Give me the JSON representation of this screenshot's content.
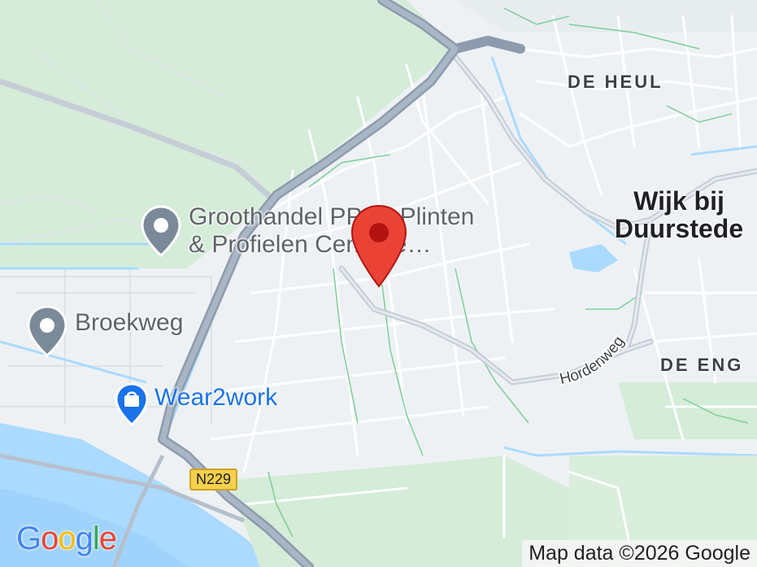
{
  "map": {
    "districts": {
      "de_heul": "DE HEUL",
      "de_eng": "DE ENG"
    },
    "city": "Wijk bij\nDuurstede",
    "city_line1": "Wijk bij",
    "city_line2": "Duurstede",
    "pois": [
      {
        "line1": "Groothandel PPC | Plinten",
        "line2": "& Profielen Centrale…",
        "icon": "location-dot-icon",
        "color": "#7b8a99"
      },
      {
        "line1": "Broekweg",
        "icon": "location-dot-icon",
        "color": "#7b8a99"
      },
      {
        "line1": "Wear2work",
        "icon": "shopping-bag-icon",
        "color": "#1a73e8"
      }
    ],
    "roads": {
      "hordenweg": "Hordenweg",
      "shield": "N229"
    },
    "marker": {
      "icon": "red-map-pin-icon",
      "color": "#ea4335"
    },
    "colors": {
      "land": "#eef1f4",
      "green": "#cfe9d4",
      "water": "#aadaff",
      "road": "#ffffff",
      "major_road": "#a9b4c2"
    }
  },
  "footer": {
    "logo": "Google",
    "attribution": "Map data ©2026 Google"
  }
}
